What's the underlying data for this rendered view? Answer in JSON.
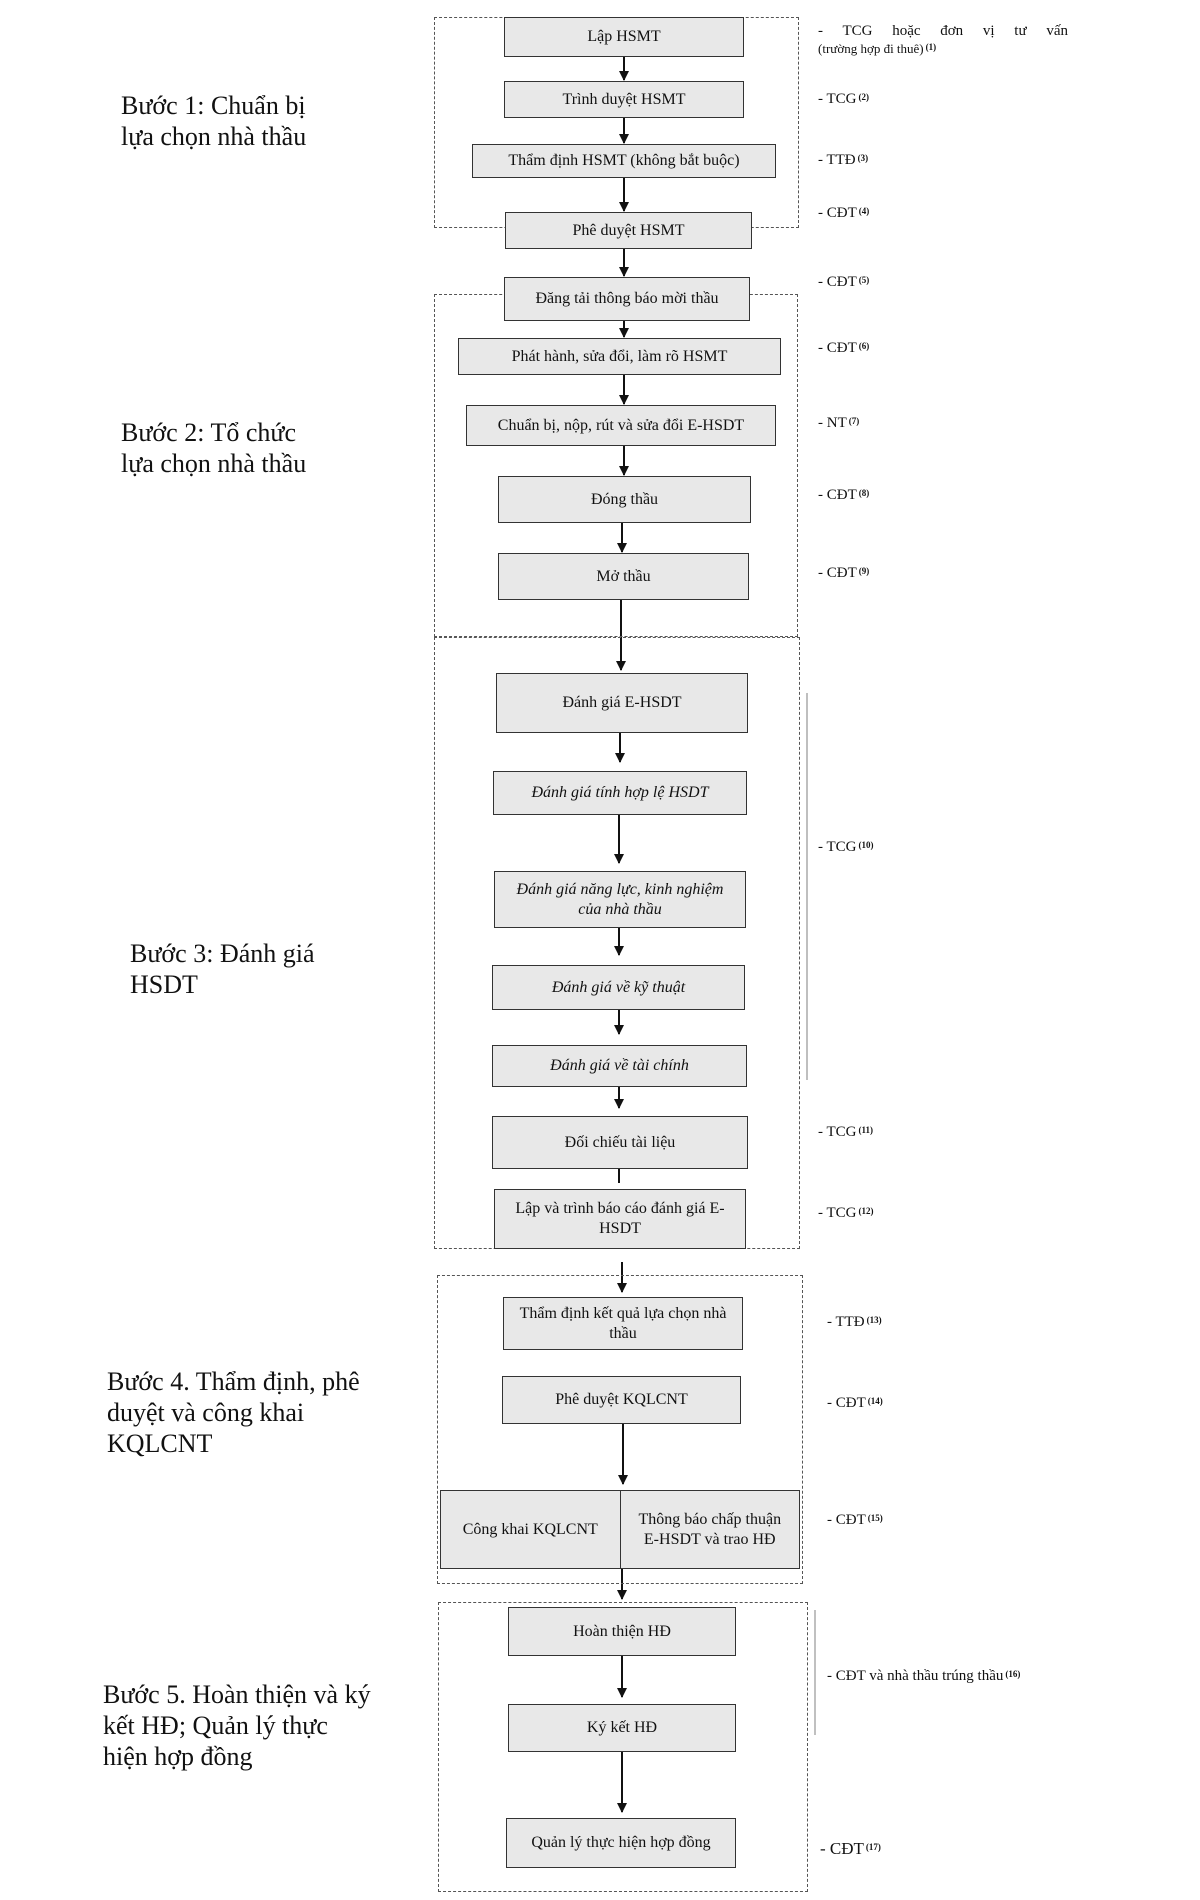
{
  "steps": [
    {
      "line1": "Bước 1: Chuẩn bị",
      "line2": "lựa chọn nhà thầu"
    },
    {
      "line1": "Bước 2: Tổ chức",
      "line2": "lựa chọn nhà thầu"
    },
    {
      "line1": "Bước 3: Đánh giá",
      "line2": "HSDT"
    },
    {
      "line1": "Bước 4. Thẩm định, phê",
      "line2": "duyệt và công khai",
      "line3": "KQLCNT"
    },
    {
      "line1": "Bước 5. Hoàn thiện và ký",
      "line2": "kết HĐ; Quản lý thực",
      "line3": "hiện hợp đồng"
    }
  ],
  "boxes": {
    "b1": "Lập HSMT",
    "b2": "Trình duyệt HSMT",
    "b3": "Thẩm định HSMT (không bắt buộc)",
    "b4": "Phê duyệt HSMT",
    "b5": "Đăng tải thông báo mời thầu",
    "b6": "Phát hành, sửa đổi, làm rõ HSMT",
    "b7": "Chuẩn bị, nộp, rút và sửa đổi E-HSDT",
    "b8": "Đóng thầu",
    "b9": "Mở thầu",
    "b10": "Đánh giá E-HSDT",
    "b11": "Đánh giá tính hợp lệ HSDT",
    "b12": "Đánh giá năng lực, kinh nghiệm của nhà thầu",
    "b13": "Đánh giá về kỹ thuật",
    "b14": "Đánh giá về  tài chính",
    "b15": "Đối chiếu tài liệu",
    "b16": "Lập và trình báo cáo đánh giá E-HSDT",
    "b17": "Thẩm định kết quả lựa chọn nhà thầu",
    "b18": "Phê duyệt KQLCNT",
    "b19a": "Công khai KQLCNT",
    "b19b": "Thông báo chấp thuận E-HSDT và trao HĐ",
    "b20": "Hoàn thiện HĐ",
    "b21": "Ký kết HĐ",
    "b22": "Quản lý thực hiện hợp đồng"
  },
  "roles": {
    "r1_line1": "- TCG hoặc đơn vị tư vấn",
    "r1_line2": "(trường hợp đi thuê)",
    "r1_note": "(1)",
    "r2": "- TCG",
    "r2_note": "(2)",
    "r3": "- TTĐ",
    "r3_note": "(3)",
    "r4": "- CĐT",
    "r4_note": "(4)",
    "r5": "- CĐT",
    "r5_note": "(5)",
    "r6": "- CĐT",
    "r6_note": "(6)",
    "r7": "- NT",
    "r7_note": "(7)",
    "r8": "- CĐT",
    "r8_note": "(8)",
    "r9": "- CĐT",
    "r9_note": "(9)",
    "r10": "- TCG",
    "r10_note": "(10)",
    "r11": "- TCG",
    "r11_note": "(11)",
    "r12": "- TCG",
    "r12_note": "(12)",
    "r13": "- TTĐ",
    "r13_note": "(13)",
    "r14": "- CĐT",
    "r14_note": "(14)",
    "r15": "- CĐT",
    "r15_note": "(15)",
    "r16": "- CĐT và nhà thầu trúng thầu",
    "r16_note": "(16)",
    "r17": "- CĐT",
    "r17_note": "(17)"
  }
}
